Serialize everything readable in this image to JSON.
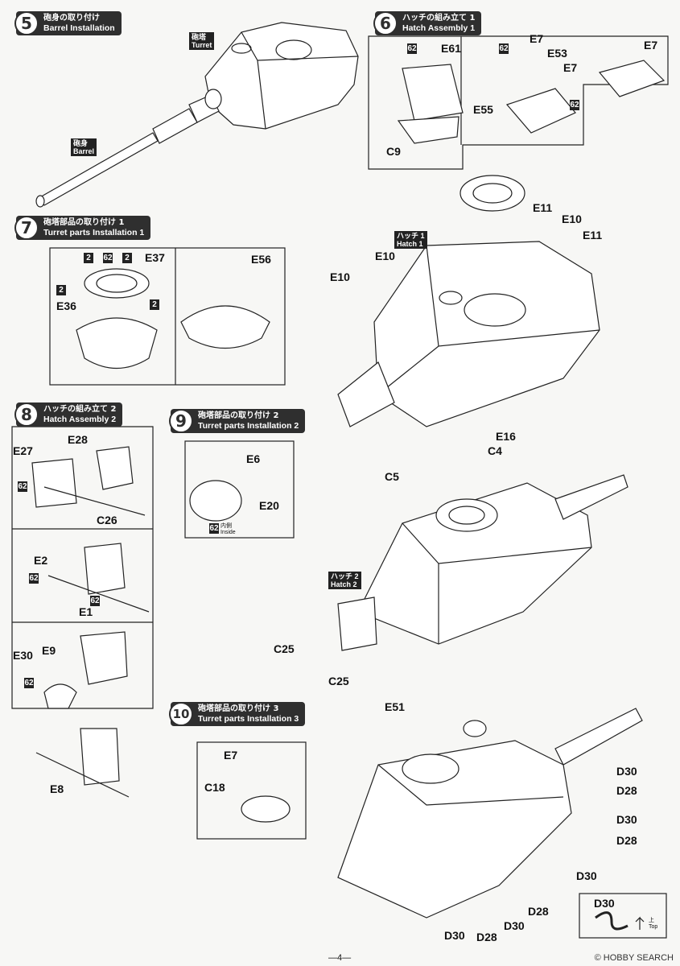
{
  "page_number": "—4—",
  "watermark": "© HOBBY SEARCH",
  "steps": [
    {
      "num": "5",
      "jp": "砲身の取り付け",
      "en": "Barrel Installation"
    },
    {
      "num": "6",
      "jp": "ハッチの組み立て 1",
      "en": "Hatch Assembly 1"
    },
    {
      "num": "7",
      "jp": "砲塔部品の取り付け 1",
      "en": "Turret parts Installation 1"
    },
    {
      "num": "8",
      "jp": "ハッチの組み立て 2",
      "en": "Hatch Assembly 2"
    },
    {
      "num": "9",
      "jp": "砲塔部品の取り付け 2",
      "en": "Turret parts Installation 2"
    },
    {
      "num": "10",
      "jp": "砲塔部品の取り付け 3",
      "en": "Turret parts Installation 3"
    }
  ],
  "tags": {
    "turret_jp": "砲塔",
    "turret_en": "Turret",
    "barrel_jp": "砲身",
    "barrel_en": "Barrel",
    "hatch1_jp": "ハッチ 1",
    "hatch1_en": "Hatch 1",
    "hatch2_jp": "ハッチ 2",
    "hatch2_en": "Hatch 2",
    "inside_jp": "内側",
    "inside_en": "Inside",
    "top_jp": "上",
    "top_en": "Top"
  },
  "parts": {
    "p62": "62",
    "p2": "2",
    "E61": "E61",
    "C9": "C9",
    "E7": "E7",
    "E53": "E53",
    "E55": "E55",
    "E37": "E37",
    "E36": "E36",
    "E56": "E56",
    "E11": "E11",
    "E10": "E10",
    "E28": "E28",
    "E27": "E27",
    "C26": "C26",
    "E2": "E2",
    "E1": "E1",
    "E30": "E30",
    "E9": "E9",
    "E8": "E8",
    "E6": "E6",
    "E20": "E20",
    "E16": "E16",
    "C4": "C4",
    "C5": "C5",
    "C25": "C25",
    "E51": "E51",
    "C18": "C18",
    "D30": "D30",
    "D28": "D28"
  }
}
